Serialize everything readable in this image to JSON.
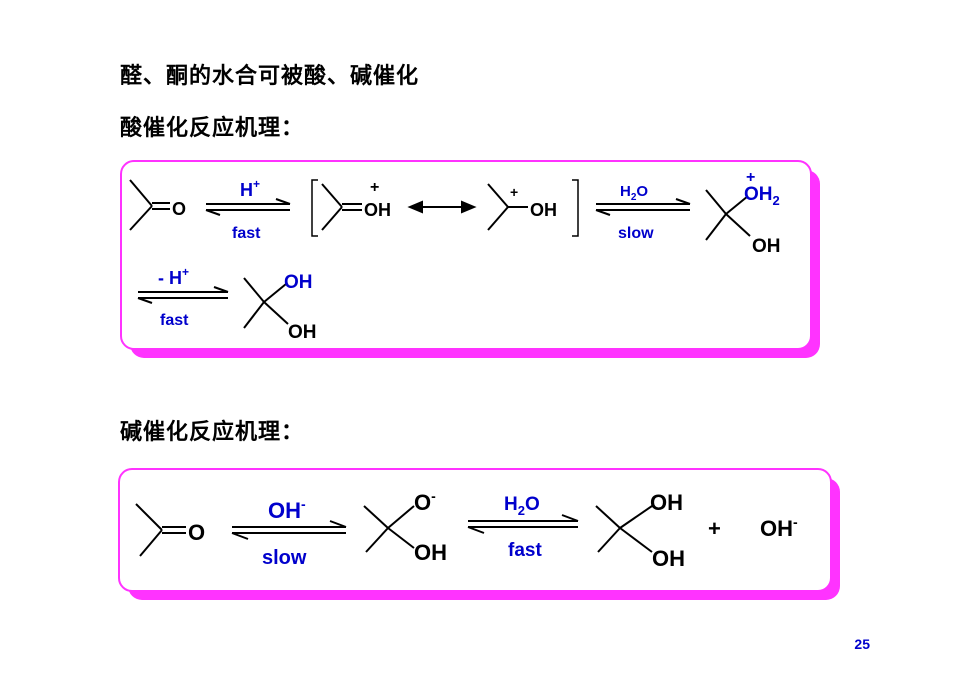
{
  "title": "醛、酮的水合可被酸、碱催化",
  "acid_heading": "酸催化反应机理：",
  "base_heading": "碱催化反应机理：",
  "page_number": "25",
  "colors": {
    "frame": "#ff33ff",
    "reagent": "#0000cc",
    "text": "#000000"
  },
  "acid": {
    "carbonyl_O": "O",
    "step1": {
      "reagent": "H",
      "reagent_sup": "+",
      "condition": "fast"
    },
    "res1_label": "OH",
    "res2_label": "OH",
    "plus": "+",
    "step2": {
      "reagent_main": "H",
      "reagent_sub": "2",
      "reagent_tail": "O",
      "condition": "slow"
    },
    "product_top": "OH",
    "product_top_sub": "2",
    "product_bottom": "OH",
    "step3": {
      "reagent": "- H",
      "reagent_sup": "+",
      "condition": "fast"
    },
    "diol_top": "OH",
    "diol_bottom": "OH"
  },
  "base": {
    "carbonyl_O": "O",
    "step1": {
      "reagent": "OH",
      "reagent_sup": "-",
      "condition": "slow"
    },
    "alkoxide_top": "O",
    "alkoxide_sup": "-",
    "alkoxide_bottom": "OH",
    "step2": {
      "reagent_main": "H",
      "reagent_sub": "2",
      "reagent_tail": "O",
      "condition": "fast"
    },
    "diol_top": "OH",
    "diol_bottom": "OH",
    "plus_sign": "+",
    "hydroxide": "OH",
    "hydroxide_sup": "-"
  }
}
